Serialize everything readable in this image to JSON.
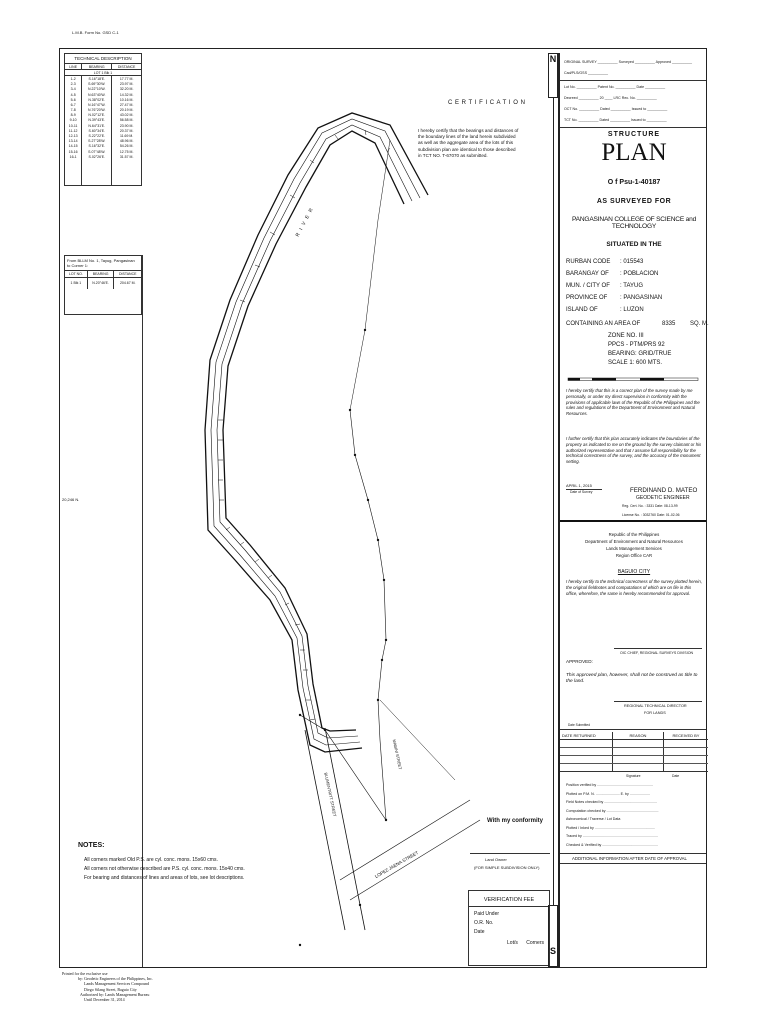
{
  "form_no": "L.M.B. Form No. GSD C-1",
  "tech_desc": {
    "title": "TECHNICAL DESCRIPTION",
    "headers": [
      "LINE",
      "BEARING",
      "DISTANCE"
    ],
    "lot_label": "LOT 1 Blk 1",
    "rows": [
      [
        "1-2",
        "S.16°18'E.",
        "17.77 M."
      ],
      [
        "2-3",
        "S.69°30'W.",
        "23.97 M."
      ],
      [
        "3-4",
        "N.22°10'W.",
        "32.20 M."
      ],
      [
        "4-5",
        "N.63°40'W.",
        "14.32 M."
      ],
      [
        "5-6",
        "N.38°02'E.",
        "10.16 M."
      ],
      [
        "6-7",
        "N.16°47'W.",
        "27.47 M."
      ],
      [
        "7-8",
        "N.76°20'W.",
        "20.19 M."
      ],
      [
        "8-9",
        "N.02°12'E.",
        "43.02 M."
      ],
      [
        "9-10",
        "N.39°43'E.",
        "56.58 M."
      ],
      [
        "10-11",
        "N.64°31'E.",
        "23.90 M."
      ],
      [
        "11-12",
        "S.60°34'E.",
        "20.37 M."
      ],
      [
        "12-13",
        "S.22°22'E.",
        "11.69 M."
      ],
      [
        "13-14",
        "S.27°28'W.",
        "48.96 M."
      ],
      [
        "14-15",
        "S.16°32'E.",
        "54.26 M."
      ],
      [
        "15-16",
        "S.07°48'W.",
        "12.75 M."
      ],
      [
        "16-1",
        "S.02°26'E.",
        "31.57 M."
      ]
    ],
    "from_note": "From BLLM No. 1, Tayug, Pangasinan to Corner 1:",
    "tie_headers": [
      "LOT NO.",
      "BEARING",
      "DISTANCE"
    ],
    "tie_row": [
      "1 Blk 1",
      "N.20°46'E.",
      "204.67 M."
    ]
  },
  "certification": {
    "title": "C E R T I F I C A T I O N",
    "text": "I hereby certify that the bearings and distances of the boundary lines of the land herein subdivided as well as the aggregate area of the lots of this subdivision plan are identical to those described in TCT NO. T-67070 as submitted."
  },
  "side_label": "20,246 N.",
  "streets": {
    "street1": "LOPEZ JAENA STREET",
    "street2": "MABINI STREET",
    "street3": "BLUMENTRITT STREET",
    "river": "RIVER"
  },
  "conformity": {
    "title": "With my conformity",
    "owner": "Land Owner",
    "owner_note": "(FOR SIMPLE SUBDIVISION ONLY)"
  },
  "notes": {
    "title": "NOTES:",
    "lines": [
      "All corners marked Old P.S. are cyl. conc. mons. 15x60 cms.",
      "All corners not otherwise described are P.S. cyl. conc. mons. 15x40 cms.",
      "For bearing and distances of lines and areas of lots, see lot descriptions."
    ]
  },
  "verification": {
    "title": "VERIFICATION FEE",
    "paid": "Paid Under",
    "or": "O.R. No.",
    "date": "Date",
    "lots": "Lot/s",
    "corners": "Corners"
  },
  "printer": {
    "lines": [
      "Printed for the exclusive use",
      "by: Geodetic Engineers of the Philippines, Inc.",
      "Lands Management Services Compound",
      "Diego Silang Street, Baguio City",
      "Authorized by: Lands Management Bureau",
      "Until December 31, 2014"
    ]
  },
  "right": {
    "header_rows": [
      "ORIGINAL SURVEY __________ Surveyed __________ Approved __________",
      "Cad/PLS/GSS __________",
      "Lot No. __________ Patent No. __________ Date __________",
      "Decreed __________ 20 ____ LRC Rec. No. __________",
      "OCT No. __________ Dated __________ Issued to __________",
      "TCT No. __________ Dated __________ Issued to __________"
    ],
    "structure": "STRUCTURE",
    "plan": "PLAN",
    "of": "O f  Psu-1-40187",
    "surveyed_for": "AS SURVEYED FOR",
    "client": "PANGASINAN COLLEGE OF SCIENCE and TECHNOLOGY",
    "situated": "SITUATED IN THE",
    "location": [
      [
        "RURBAN CODE",
        ": 015543"
      ],
      [
        "BARANGAY OF",
        ": POBLACION"
      ],
      [
        "MUN. / CITY OF",
        ": TAYUG"
      ],
      [
        "PROVINCE OF",
        ": PANGASINAN"
      ],
      [
        "ISLAND OF",
        ": LUZON"
      ]
    ],
    "area_label": "CONTAINING AN AREA OF",
    "area_value": "8335",
    "area_unit": "SQ. M.",
    "zone": "ZONE NO. III",
    "ppcs": "PPCS - PTM/PRS 92",
    "bearing": "BEARING: GRID/TRUE",
    "scale": "SCALE 1: 600   MTS.",
    "cert1": "I hereby certify that this is a correct plan of the survey made by me personally, or under my direct supervision in conformity with the provisions of applicable laws of the Republic of the Philippines and the rules and regulations of the Department of Environment and Natural Resources.",
    "cert2": "I further certify that this plan accurately indicates the boundaries of the property as indicated to me on the ground by the survey claimant or his authorized representative and that I assume full responsibility for the technical correctness of the survey, and the accuracy of the monument setting.",
    "survey_date": "APRIL 1, 2015",
    "date_of_survey": "Date of Survey",
    "engineer": "FERDINAND D. MATEO",
    "engineer_title": "GEODETIC ENGINEER",
    "reg": "Reg. Cert. No. : 3331   Date: 08-13-99",
    "license": "License No. : 3032760   Date: 01-02-06",
    "republic": "Republic of the Philippines",
    "denr": "Department of Environment and Natural Resources",
    "lms": "Lands Management Services",
    "region": "Region Office CAR",
    "baguio": "BAGUIO CITY",
    "cert3": "I hereby certify to the technical correctness of the survey plotted herein, the original fieldnotes and computations of which are on file in this office, wherefore, the same is hereby recommended for approval.",
    "oic": "OIC CHIEF, REGIONAL SURVEYS DIVISION",
    "approved": "APPROVED:",
    "approved_note": "This approved plan, however, shall not be construed as title to the land.",
    "director": "REGIONAL TECHNICAL DIRECTOR",
    "for_lands": "FOR LANDS",
    "date_submitted": "Date Submitted",
    "returned_headers": [
      "DATE RETURNED",
      "REASON",
      "RECEIVED BY"
    ],
    "signature": "Signature",
    "date": "Date",
    "checks": [
      "Position verified by ........................................................",
      "Plotted on P.M.    N. ........................ E. by ....................",
      "Field Notes checked by .....................................................",
      "Computation checked by ....................................................",
      "    Astronomical / Traverse / Lot Data",
      "Plotted / Inked by ............................................................",
      "Traced by ...........................................................................",
      "Checked & Verified by ........................................................"
    ],
    "additional": "ADDITIONAL INFORMATION AFTER DATE OF APPROVAL",
    "n_letter": "N",
    "s_letter": "S"
  }
}
